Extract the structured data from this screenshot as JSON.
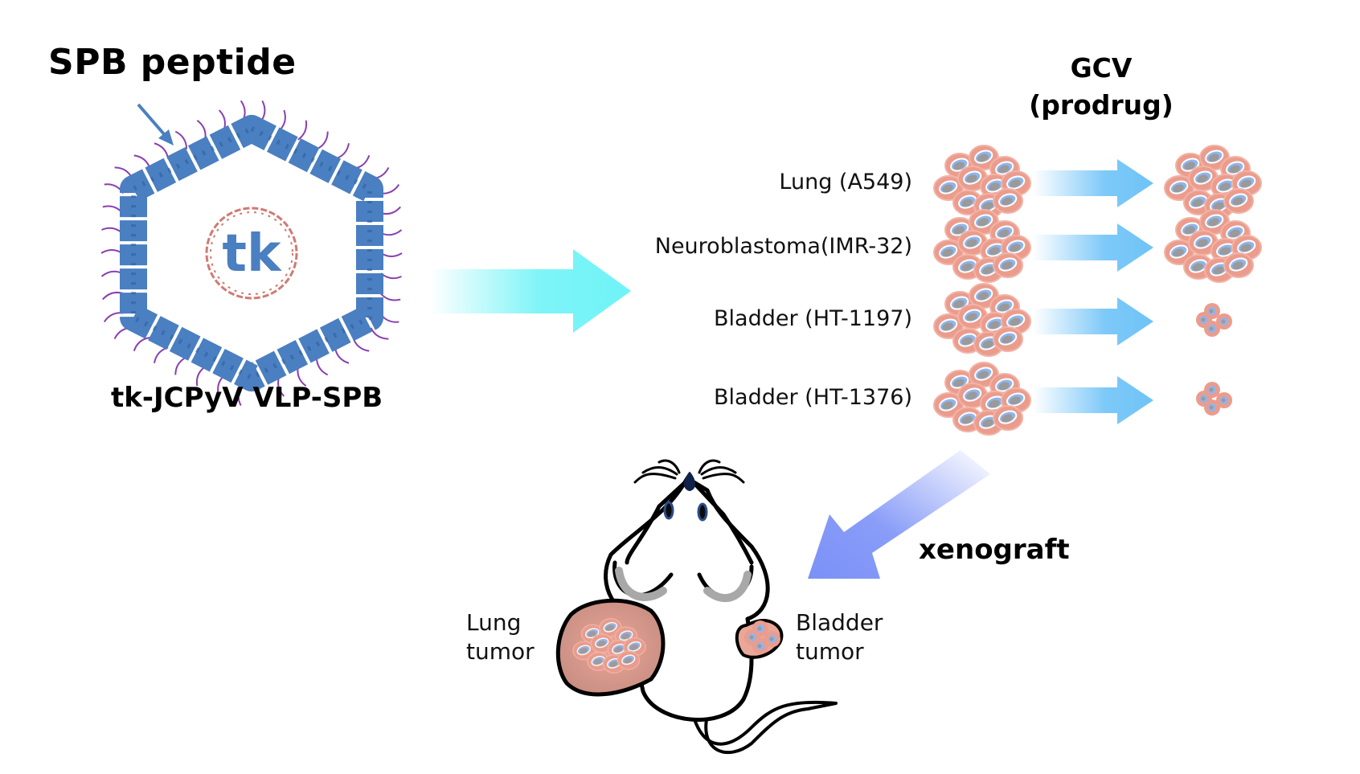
{
  "diagram": {
    "vlp": {
      "peptide_label": "SPB peptide",
      "gene_label": "tk",
      "particle_label": "tk-JCPyV VLP-SPB",
      "colors": {
        "capsid": "#4a7fc1",
        "peptide": "#8a3fb0",
        "dna": "#d07a72",
        "gene_text": "#4a7fc1"
      }
    },
    "treatment": {
      "label_line1": "GCV",
      "label_line2": "(prodrug)"
    },
    "cell_lines": [
      {
        "name": "Lung (A549)",
        "outcome": "unaffected"
      },
      {
        "name": "Neuroblastoma(IMR-32)",
        "outcome": "unaffected"
      },
      {
        "name": "Bladder (HT-1197)",
        "outcome": "reduced"
      },
      {
        "name": "Bladder (HT-1376)",
        "outcome": "reduced"
      }
    ],
    "xenograft": {
      "label": "xenograft",
      "lung_tumor_line1": "Lung",
      "lung_tumor_line2": "tumor",
      "bladder_tumor_line1": "Bladder",
      "bladder_tumor_line2": "tumor"
    },
    "colors": {
      "main_arrow": "#6ff3f7",
      "row_arrow": "#6fc3f7",
      "xeno_arrow": "#7b91f7",
      "cell_body": "#eb9c8c",
      "cell_nucleus_ring": "#8fb5ee",
      "cell_nucleus": "#9a9a9a"
    }
  }
}
